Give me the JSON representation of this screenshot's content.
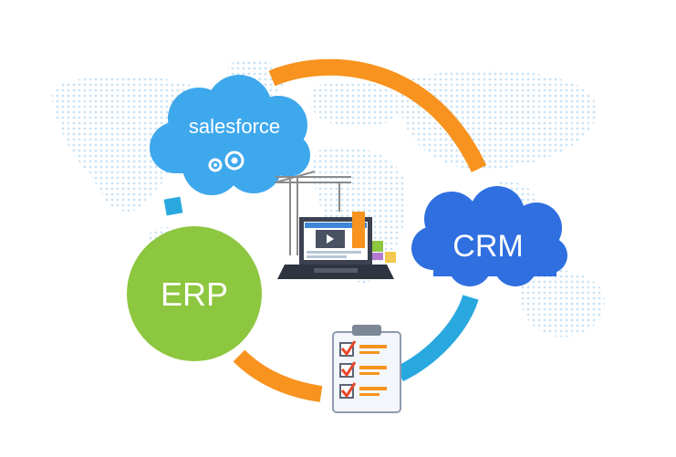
{
  "nodes": {
    "salesforce": {
      "label": "salesforce",
      "icon": "gears-icon",
      "color": "#3ea8ec"
    },
    "crm": {
      "label": "CRM",
      "icon": "cloud-icon",
      "color": "#2f6fe0"
    },
    "erp": {
      "label": "ERP",
      "icon": "circle",
      "color": "#8dc63f"
    },
    "laptop": {
      "icon": "laptop-under-construction-icon"
    },
    "checklist": {
      "icon": "clipboard-checklist-icon"
    }
  },
  "colors": {
    "orange_arc": "#f7931e",
    "blue_arc": "#29a8df",
    "map_dots": "#c9e2f5",
    "check_red": "#e8472b"
  }
}
